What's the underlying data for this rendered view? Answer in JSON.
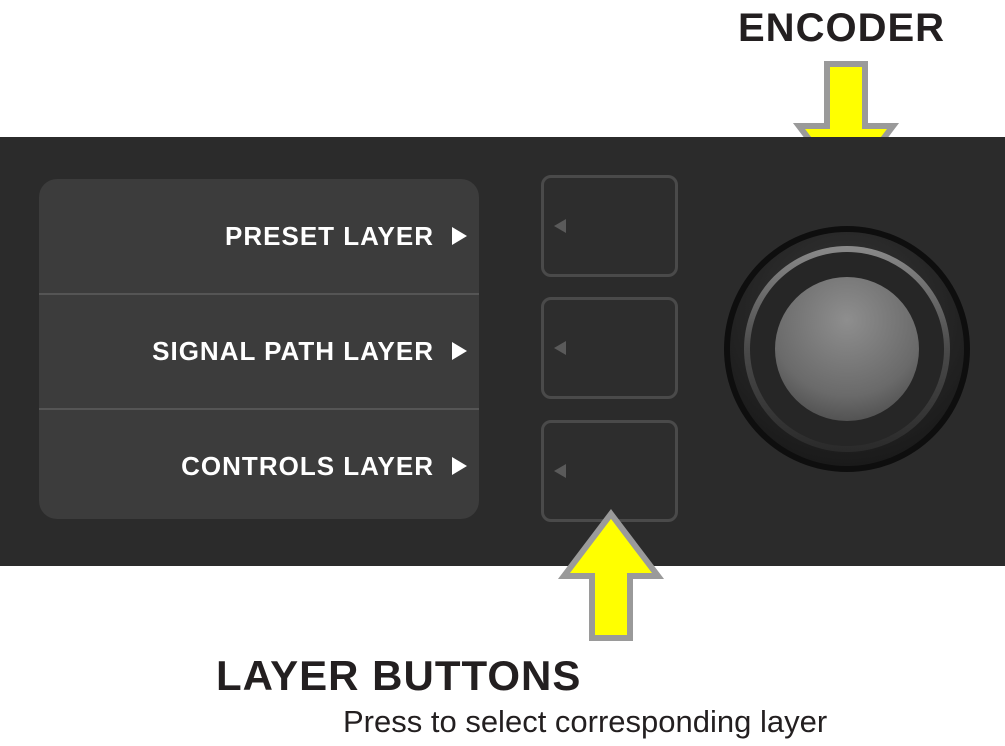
{
  "callouts": {
    "encoder_title": "ENCODER",
    "buttons_title": "LAYER BUTTONS",
    "buttons_subtitle": "Press to select corresponding layer"
  },
  "display": {
    "items": [
      {
        "label": "PRESET LAYER"
      },
      {
        "label": "SIGNAL PATH LAYER"
      },
      {
        "label": "CONTROLS LAYER"
      }
    ]
  },
  "colors": {
    "panel": "#2b2b2b",
    "display": "#3c3c3c",
    "arrow_fill": "#ffff00",
    "arrow_stroke": "#9a9a9a",
    "text_dark": "#231f20"
  },
  "icons": {
    "menu_arrow": "triangle-right-icon",
    "button_arrow": "triangle-left-icon",
    "callout_arrow": "block-arrow-icon"
  }
}
